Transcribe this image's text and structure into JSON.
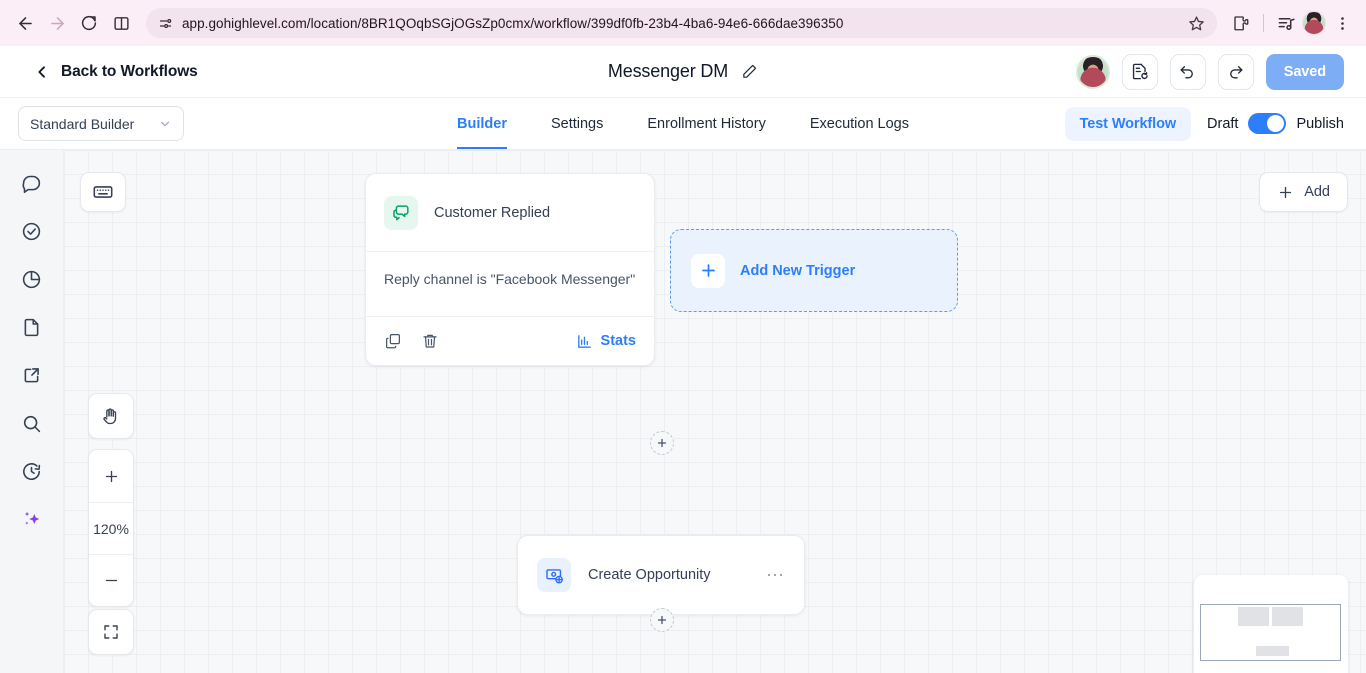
{
  "browser": {
    "url": "app.gohighlevel.com/location/8BR1QOqbSGjOGsZp0cmx/workflow/399df0fb-23b4-4ba6-94e6-666dae396350",
    "back_icon": "back-arrow-icon",
    "forward_icon": "forward-arrow-icon",
    "reload_icon": "reload-icon",
    "split_icon": "split-screen-icon",
    "site_info_icon": "site-settings-icon",
    "bookmark_icon": "star-icon",
    "extensions_icon": "extensions-puzzle-icon",
    "media_icon": "media-playlist-icon",
    "menu_icon": "kebab-menu-icon"
  },
  "header": {
    "back_label": "Back to Workflows",
    "workflow_title": "Messenger DM",
    "edit_icon": "pencil-icon",
    "avatar_icon": "user-avatar",
    "report_icon": "document-refresh-icon",
    "undo_icon": "undo-icon",
    "redo_icon": "redo-icon",
    "save_status": "Saved",
    "save_color": "#7dadf5"
  },
  "toolbar": {
    "builder_mode": "Standard Builder",
    "tabs": [
      {
        "label": "Builder",
        "active": true
      },
      {
        "label": "Settings",
        "active": false
      },
      {
        "label": "Enrollment History",
        "active": false
      },
      {
        "label": "Execution Logs",
        "active": false
      }
    ],
    "test_workflow": "Test Workflow",
    "draft_label": "Draft",
    "publish_label": "Publish",
    "toggle_state": "draft",
    "accent_color": "#2d7ff9"
  },
  "rail": {
    "items": [
      {
        "icon": "chat-bubble-icon",
        "accent": false
      },
      {
        "icon": "check-circle-icon",
        "accent": false
      },
      {
        "icon": "pie-chart-icon",
        "accent": false
      },
      {
        "icon": "document-icon",
        "accent": false
      },
      {
        "icon": "external-link-icon",
        "accent": false
      },
      {
        "icon": "search-icon",
        "accent": false
      },
      {
        "icon": "clock-history-icon",
        "accent": false
      },
      {
        "icon": "ai-sparkle-icon",
        "accent": true
      }
    ]
  },
  "canvas": {
    "keyboard_icon": "keyboard-shortcuts-icon",
    "pan_icon": "hand-pan-icon",
    "zoom_in": "+",
    "zoom_level": "120%",
    "zoom_out": "−",
    "fit_icon": "fit-to-screen-icon",
    "add_button": "Add",
    "add_icon": "plus-icon",
    "plus_node_icon": "plus-icon",
    "trigger": {
      "icon": "customer-replied-chat-icon",
      "icon_color": "#0e9f6e",
      "title": "Customer Replied",
      "condition": "Reply channel is \"Facebook Messenger\"",
      "copy_icon": "duplicate-icon",
      "delete_icon": "trash-icon",
      "stats_icon": "bar-chart-icon",
      "stats_label": "Stats"
    },
    "add_trigger": {
      "icon": "plus-icon",
      "label": "Add New Trigger"
    },
    "action": {
      "icon": "create-opportunity-icon",
      "icon_color": "#2d6ff9",
      "title": "Create Opportunity",
      "menu_icon": "ellipsis-icon",
      "menu_label": "⋯"
    },
    "minimap": {
      "name": "canvas-minimap"
    }
  }
}
